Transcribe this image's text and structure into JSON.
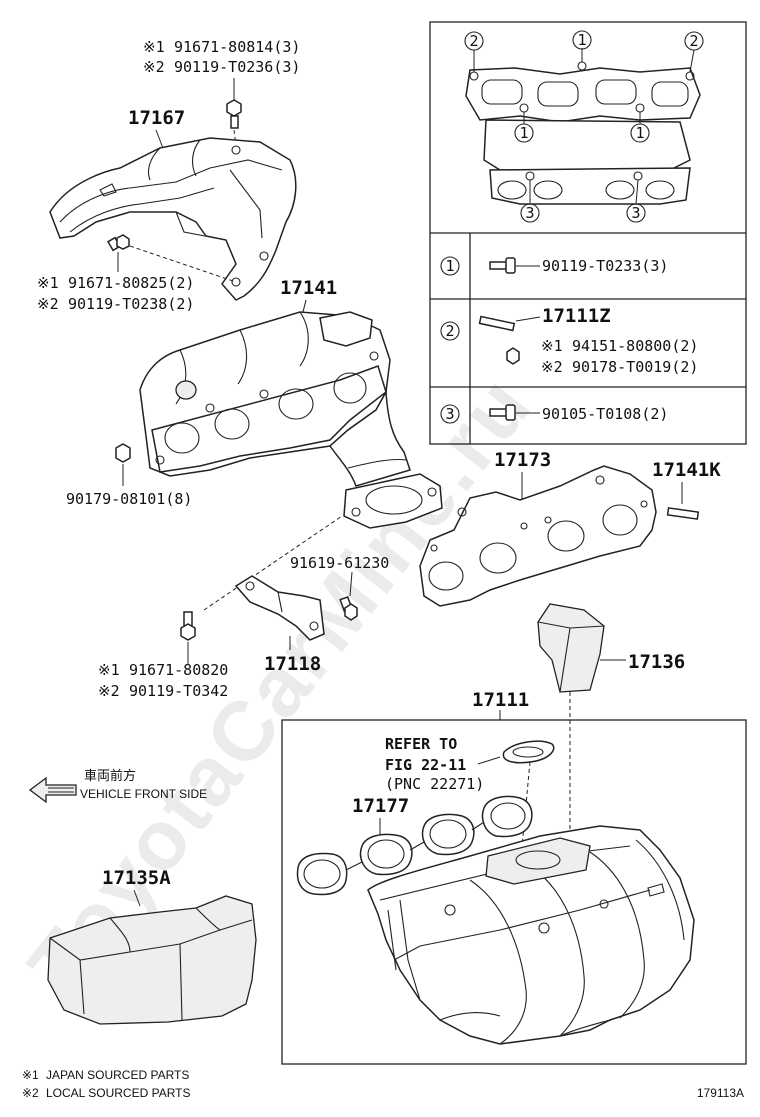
{
  "watermark": "ToyotaCarMine.ru",
  "notes": {
    "japan_marker": "※1",
    "japan_text": "JAPAN SOURCED PARTS",
    "local_marker": "※2",
    "local_text": "LOCAL SOURCED PARTS"
  },
  "figure_code": "179113A",
  "direction": {
    "japanese": "車両前方",
    "english": "VEHICLE FRONT SIDE"
  },
  "parts": {
    "p17167": "17167",
    "p17141": "17141",
    "p17173": "17173",
    "p17141K": "17141K",
    "p17136": "17136",
    "p17118": "17118",
    "p17111": "17111",
    "p17177": "17177",
    "p17135A": "17135A",
    "p17111Z": "17111Z"
  },
  "callouts": {
    "heat_insulator_bolt": {
      "m1": "※1",
      "v1": "91671-80814(3)",
      "m2": "※2",
      "v2": "90119-T0236(3)"
    },
    "insulator_lower_bolt": {
      "m1": "※1",
      "v1": "91671-80825(2)",
      "m2": "※2",
      "v2": "90119-T0238(2)"
    },
    "manifold_nut": "90179-08101(8)",
    "stay_bolt": "91619-61230",
    "stay_lower_bolt": {
      "m1": "※1",
      "v1": "91671-80820",
      "m2": "※2",
      "v2": "90119-T0342"
    },
    "refer": {
      "line1": "REFER TO",
      "line2": "FIG 22-11",
      "line3": "(PNC 22271)"
    }
  },
  "legend": {
    "row1": {
      "num": "1",
      "part": "90119-T0233(3)"
    },
    "row2": {
      "num": "2",
      "part": "17111Z",
      "m1": "※1",
      "v1": "94151-80800(2)",
      "m2": "※2",
      "v2": "90178-T0019(2)"
    },
    "row3": {
      "num": "3",
      "part": "90105-T0108(2)"
    }
  },
  "diagram_circles": {
    "c1": "1",
    "c2": "2",
    "c3": "3"
  }
}
